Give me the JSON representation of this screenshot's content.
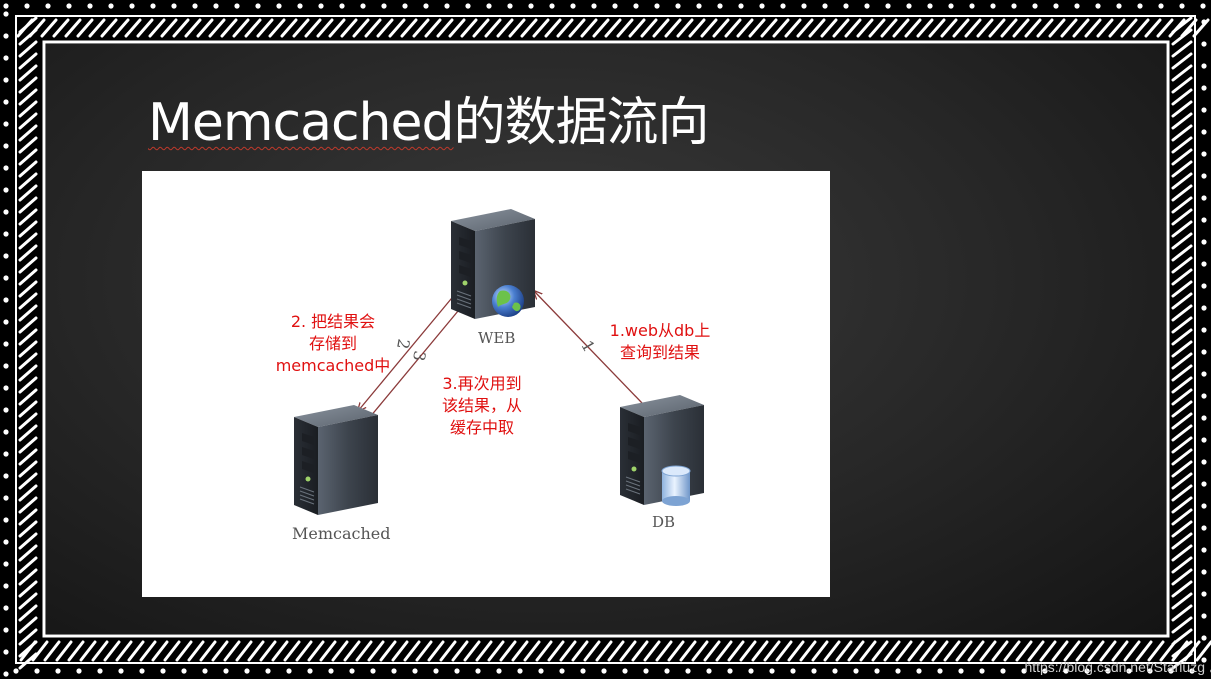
{
  "slide": {
    "title_main": "Memcached",
    "title_rest": "的数据流向"
  },
  "diagram": {
    "nodes": {
      "web": {
        "label": "WEB"
      },
      "memcached": {
        "label": "Memcached"
      },
      "db": {
        "label": "DB"
      }
    },
    "edge_numbers": {
      "db_to_web": "1",
      "web_to_mem": "2",
      "mem_to_web": "3"
    },
    "annotations": {
      "step2": {
        "line1": "2.  把结果会",
        "line2": "存储到",
        "line3": "memcached中"
      },
      "step3": {
        "line1": "3.再次用到",
        "line2": "该结果，从",
        "line3": "缓存中取"
      },
      "step1": {
        "line1": "1.web从db上",
        "line2": "查询到结果"
      }
    }
  },
  "watermark": "https://blog.csdn.net/Starluzg",
  "colors": {
    "annotation": "#e01010",
    "arrow": "#8b3a3a",
    "frame_bg": "#000000",
    "chalk": "#ffffff"
  },
  "icons": [
    "server-tower-icon",
    "globe-icon",
    "database-icon"
  ]
}
